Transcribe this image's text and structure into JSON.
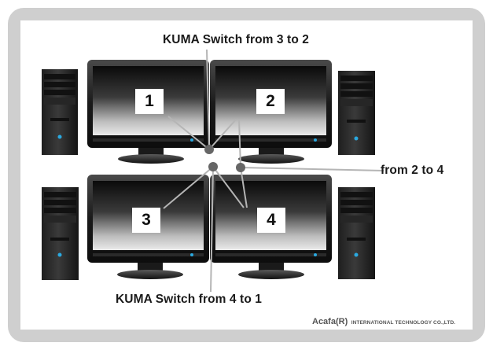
{
  "labels": {
    "top": "KUMA Switch from 3 to 2",
    "right": "from 2 to 4",
    "bottom": "KUMA Switch from 4 to 1"
  },
  "monitors": [
    {
      "id": "1",
      "label": "1"
    },
    {
      "id": "2",
      "label": "2"
    },
    {
      "id": "3",
      "label": "3"
    },
    {
      "id": "4",
      "label": "4"
    }
  ],
  "footer": {
    "brand": "Acafa(R)",
    "company": "INTERNATIONAL TECHNOLOGY CO.,LTD."
  },
  "colors": {
    "frame": "#cfcfcf",
    "switch_dot": "#666666",
    "connector_line": "#b5b5b5",
    "tower": "#2b2b2b",
    "power_led": "#2aa9e0"
  }
}
